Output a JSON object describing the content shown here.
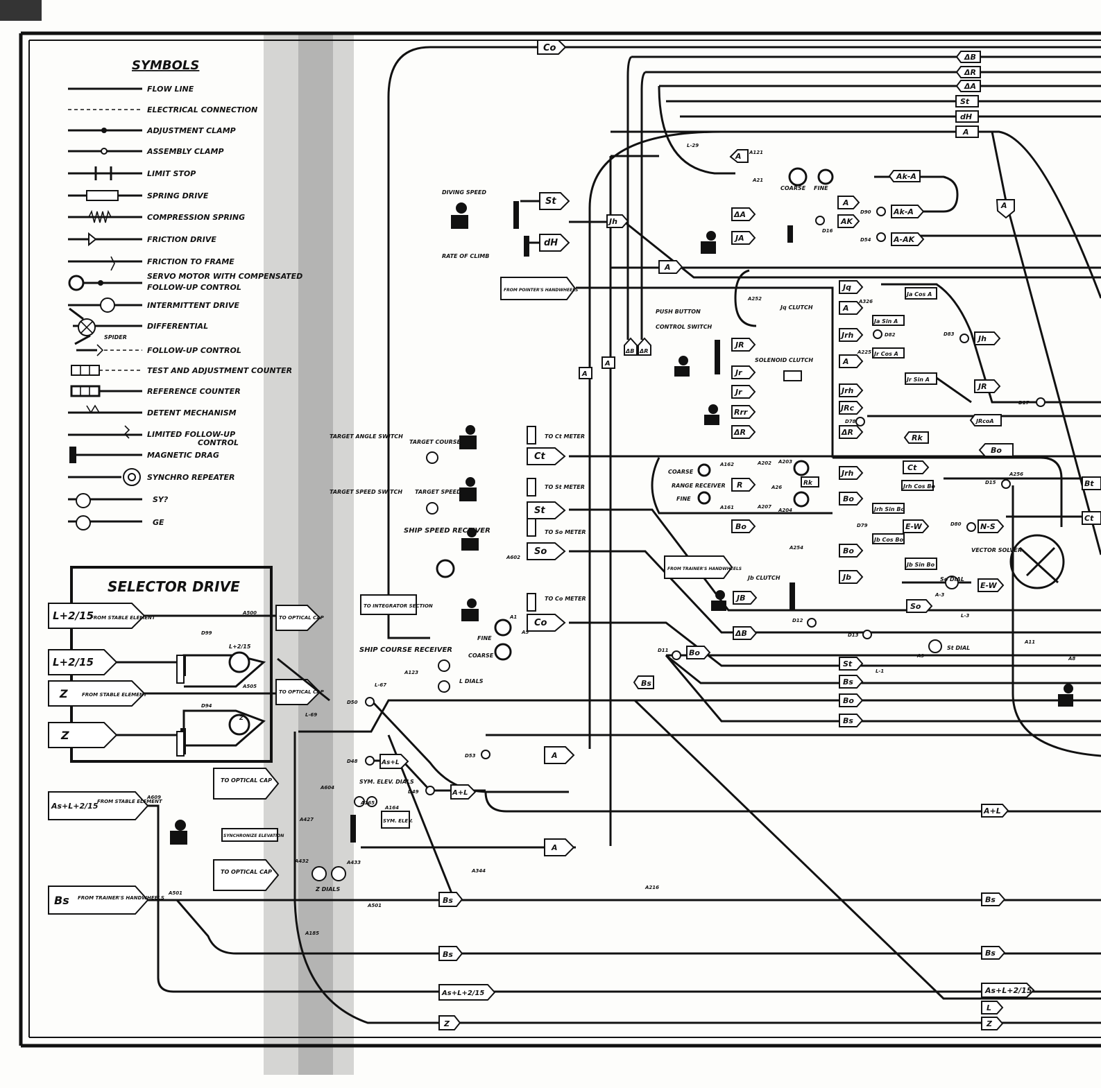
{
  "legend": {
    "title": "SYMBOLS",
    "items": [
      "FLOW LINE",
      "ELECTRICAL CONNECTION",
      "ADJUSTMENT CLAMP",
      "ASSEMBLY CLAMP",
      "LIMIT STOP",
      "SPRING DRIVE",
      "COMPRESSION SPRING",
      "FRICTION DRIVE",
      "FRICTION TO FRAME",
      "SERVO MOTOR WITH COMPENSATED",
      "FOLLOW-UP CONTROL",
      "INTERMITTENT DRIVE",
      "DIFFERENTIAL",
      "SPIDER",
      "FOLLOW-UP CONTROL",
      "TEST AND ADJUSTMENT COUNTER",
      "REFERENCE COUNTER",
      "DETENT MECHANISM",
      "LIMITED FOLLOW-UP",
      "CONTROL",
      "MAGNETIC DRAG",
      "SYNCHRO REPEATER",
      "SY?",
      "GE"
    ]
  },
  "selector": {
    "title": "SELECTOR DRIVE",
    "inputs": [
      {
        "label": "L+2/15",
        "note": "FROM STABLE ELEMENT"
      },
      {
        "label": "L+2/15",
        "note": ""
      },
      {
        "label": "Z",
        "note": "FROM STABLE ELEMENT"
      },
      {
        "label": "Z",
        "note": ""
      }
    ],
    "outputs": [
      "TO OPTICAL CAP",
      "TO OPTICAL CAP",
      "TO OPTICAL CAP",
      "TO OPTICAL CAP"
    ],
    "codes": [
      "A500",
      "D99",
      "A505",
      "D94",
      "L+2/15",
      "Z"
    ]
  },
  "left_inputs": [
    {
      "label": "As+L+2/15",
      "note": "FROM STABLE ELEMENT",
      "code": "A609"
    },
    {
      "label": "Bs",
      "note": "FROM TRAINER'S HANDWHEELS",
      "code": "A501"
    }
  ],
  "right_edge_labels": [
    "ΔB",
    "ΔR",
    "ΔA",
    "St",
    "dH",
    "A",
    "A",
    "Bo",
    "Bt",
    "Ct",
    "A+L",
    "Bs",
    "Bs",
    "As+L+2/15",
    "L",
    "Z"
  ],
  "boxes": {
    "co": "Co",
    "st_top": "St",
    "dh": "dH",
    "jh": "Jh",
    "from_pointer": "FROM POINTER'S HANDWHEELS",
    "ct": "Ct",
    "st": "St",
    "so": "So",
    "co2": "Co",
    "integrator": "TO INTEGRATOR SECTION",
    "a_mid": "A",
    "a_low": "A",
    "a_l": "A+L",
    "as_l": "As+L",
    "sym_elev": "SYM. ELEV.",
    "synch_elev": "SYNCHRONIZE ELEVATION",
    "z_dials": "Z DIALS",
    "l_dials": "L DIALS",
    "bs_a244": "Bs",
    "bs_low": "Bs",
    "asl_low": "As+L+2/15",
    "z_low": "Z",
    "a_top_mid": "A",
    "ak_a": "Ak-A",
    "ak_a2": "Ak-A",
    "a_ak": "A-AK",
    "a1": "A",
    "ak": "AK",
    "da": "ΔA",
    "ja": "JA",
    "jq": "Jq",
    "a2": "A",
    "ja_cos_a": "Ja Cos A",
    "ja_sin_a": "Ja Sin A",
    "jrh": "Jrh",
    "jr": "JR",
    "jr_cos_a": "Jr Cos A",
    "a3": "A",
    "jr2": "Jr",
    "jr_sin_a": "Jr Sin A",
    "jr3": "Jr",
    "jrh2": "Jrh",
    "jrc": "JRc",
    "rrr": "Rrr",
    "jrc2": "JRcoA",
    "dr": "ΔR",
    "dr2": "ΔR",
    "rk": "Rk",
    "bo": "Bo",
    "jr4": "JR",
    "a_right": "A",
    "jh2": "Jh",
    "ct2": "Ct",
    "jrh3": "Jrh",
    "r": "R",
    "rk2": "Rk",
    "bo2": "Bo",
    "jrh_cos_bo": "Jrh Cos Bo",
    "jrh_sin_bo": "Jrh Sin Bo",
    "bo3": "Bo",
    "ew": "E-W",
    "ns": "N-S",
    "jb_cos_bo": "Jb Cos Bo",
    "bo4": "Bo",
    "jb_sin_bo": "Jb Sin Bo",
    "jb": "Jb",
    "ew2": "E-W",
    "from_trainer": "FROM TRAINER'S HANDWHEELS",
    "jb2": "JB",
    "so2": "So",
    "db": "ΔB",
    "st2": "St",
    "bs1": "Bs",
    "bo5": "Bo",
    "bs2": "Bs",
    "bo6": "Bo",
    "bs_top": "Bs",
    "a_lo": "A",
    "da2": "ΔB",
    "dr3": "ΔR"
  },
  "annotations": [
    "DIVING SPEED",
    "RATE OF CLIMB",
    "PUSH BUTTON",
    "CONTROL SWITCH",
    "Jq CLUTCH",
    "SOLENOID CLUTCH",
    "TARGET ANGLE SWITCH",
    "TARGET COURSE",
    "TO Ct METER",
    "TARGET SPEED SWITCH",
    "TARGET SPEED",
    "TO St METER",
    "SHIP SPEED RECEIVER",
    "TO So METER",
    "TO Co METER",
    "SHIP COURSE RECEIVER",
    "COARSE",
    "FINE",
    "COARSE",
    "RANGE RECEIVER",
    "FINE",
    "COARSE",
    "FINE",
    "VECTOR SOLVER",
    "Jb CLUTCH",
    "So DIAL",
    "St DIAL",
    "SYM. ELEV. DIALS"
  ],
  "codes": [
    "L-29",
    "A121",
    "A21",
    "D90",
    "D16",
    "D54",
    "A252",
    "A326",
    "D82",
    "D83",
    "A225",
    "D17",
    "D78",
    "A162",
    "A202",
    "A203",
    "A26",
    "A161",
    "A207",
    "A204",
    "A254",
    "D15",
    "D79",
    "D80",
    "A256",
    "A-3",
    "L-3",
    "D12",
    "D13",
    "A11",
    "A8",
    "A9",
    "L-1",
    "D11",
    "A602",
    "A1",
    "A5",
    "A123",
    "L-67",
    "D50",
    "L-69",
    "D48",
    "A604",
    "D49",
    "A164",
    "A165",
    "D53",
    "A344",
    "A216",
    "A501",
    "A427",
    "A432",
    "A433",
    "A185"
  ],
  "colors": {
    "ink": "#111111",
    "paper": "#fdfdfb",
    "smudge": "#222222"
  }
}
